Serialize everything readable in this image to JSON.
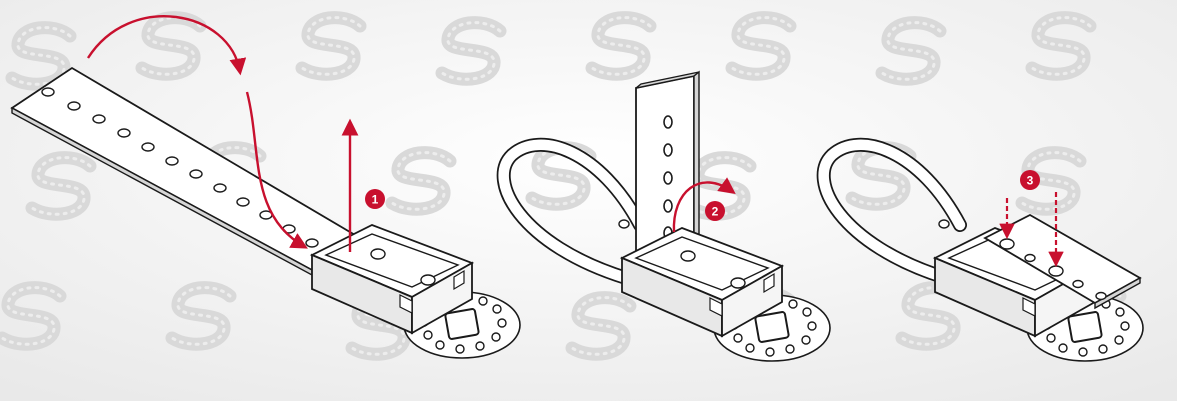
{
  "colors": {
    "accent": "#c8102e",
    "line": "#1a1a1a",
    "fill": "#ffffff",
    "shade": "#e6e6e6",
    "watermark": "#dcdcdc",
    "background": "#f3f3f3"
  },
  "icons": {
    "watermark": "s-logo-watermark-icon",
    "arrow": "red-arrow-icon"
  },
  "steps": [
    {
      "number": "1"
    },
    {
      "number": "2"
    },
    {
      "number": "3"
    }
  ]
}
